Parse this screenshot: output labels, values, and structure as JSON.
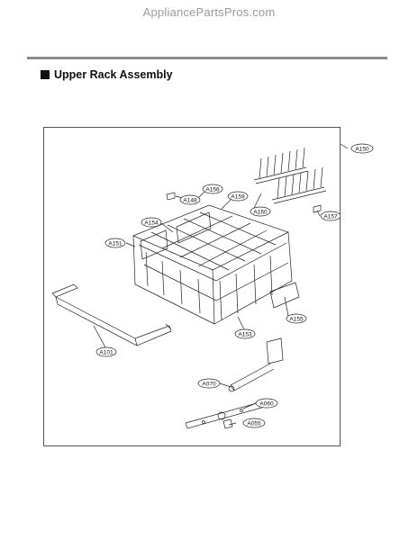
{
  "watermark": "AppliancePartsPros.com",
  "section": {
    "title": "Upper Rack Assembly",
    "icon": "black-square-icon"
  },
  "callouts": {
    "a150": "A150",
    "a148": "A148",
    "a156_top": "A156",
    "a159": "A159",
    "a160": "A160",
    "a157": "A157",
    "a154": "A154",
    "a151": "A151",
    "a155": "A155",
    "a153": "A153",
    "a101": "A101",
    "a070": "A070",
    "a060": "A060",
    "a055": "A055"
  }
}
